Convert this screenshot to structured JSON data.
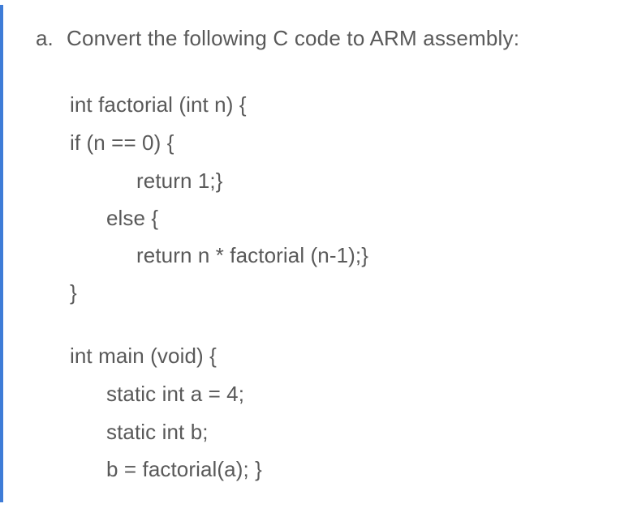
{
  "page": {
    "background_color": "#ffffff",
    "text_color": "#595959",
    "left_border_color": "#3e7cd7"
  },
  "question": {
    "marker": "a.",
    "title": "Convert the following C code to ARM assembly:"
  },
  "code_factorial": {
    "lines": [
      {
        "text": "int factorial (int n) {"
      },
      {
        "text": "if (n == 0) {"
      },
      {
        "text": "return 1;}"
      },
      {
        "text": "else {"
      },
      {
        "text": "return n * factorial (n-1);}"
      },
      {
        "text": "}"
      }
    ]
  },
  "code_main": {
    "lines": [
      {
        "text": "int main (void) {"
      },
      {
        "text": "static int a = 4;"
      },
      {
        "text": "static int b;"
      },
      {
        "text": "b = factorial(a); }"
      }
    ]
  }
}
